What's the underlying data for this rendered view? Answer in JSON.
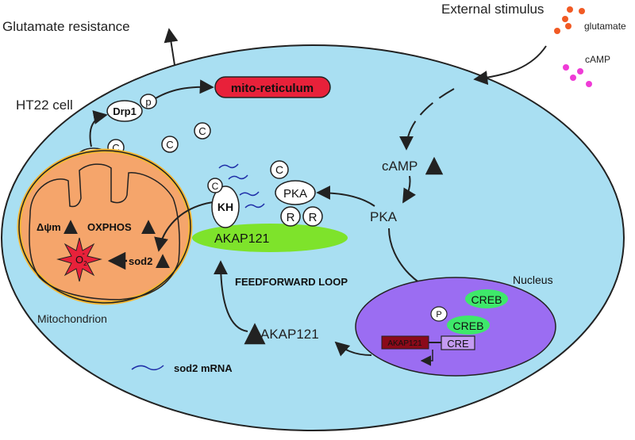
{
  "labels": {
    "glutamate_resistance": "Glutamate resistance",
    "external_stimulus": "External stimulus",
    "glutamate": "glutamate",
    "camp_legend": "cAMP",
    "ht22_cell": "HT22 cell",
    "mito_reticulum": "mito-reticulum",
    "drp1": "Drp1",
    "p": "p",
    "c": "C",
    "camp": "cAMP",
    "pka": "PKA",
    "r": "R",
    "kh": "KH",
    "akap121": "AKAP121",
    "delta_psi_m": "Δψm",
    "oxphos": "OXPHOS",
    "sod2": "sod2",
    "o2": "O",
    "o2_sub": "2",
    "o2_sup": "-",
    "mitochondrion": "Mitochondrion",
    "feedforward_loop": "FEEDFORWARD LOOP",
    "nucleus": "Nucleus",
    "creb": "CREB",
    "p_nucleus": "P",
    "akap121_gene": "AKAP121",
    "cre": "CRE",
    "sod2_mrna": "sod2 mRNA"
  },
  "colors": {
    "cell_fill": "#a9dff2",
    "mito_fill": "#f5a56b",
    "mito_border": "#f5b832",
    "akap_fill": "#7ee32b",
    "nucleus_fill": "#9b6df2",
    "creb_fill": "#3ee86a",
    "mito_reticulum_fill": "#e8213a",
    "ros_fill": "#e8213a",
    "glutamate_dot": "#f15a24",
    "camp_dot": "#ef3bd6",
    "gene_fill": "#8b0a1a",
    "cre_fill": "#c49bf2",
    "mrna_stroke": "#1f2fa8"
  }
}
